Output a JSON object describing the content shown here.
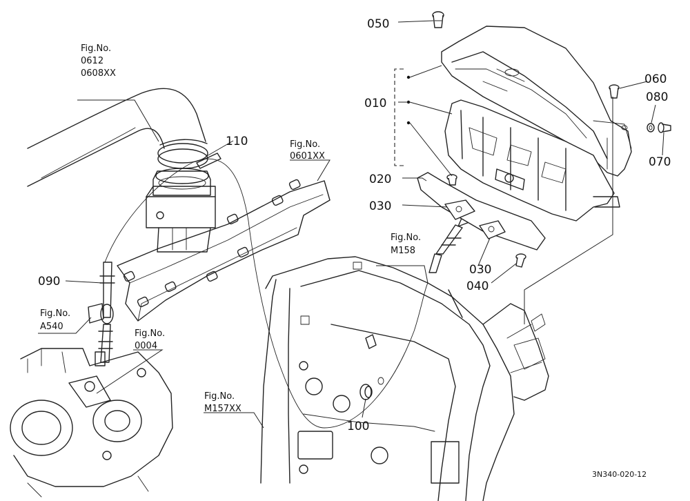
{
  "parts": {
    "p010": "010",
    "p020": "020",
    "p030a": "030",
    "p030b": "030",
    "p040": "040",
    "p050": "050",
    "p060": "060",
    "p070": "070",
    "p080": "080",
    "p090": "090",
    "p100": "100",
    "p110": "110"
  },
  "figrefs": {
    "f0612": {
      "label": "Fig.No.",
      "line1": "0612",
      "line2": "0608XX"
    },
    "f0601": {
      "label": "Fig.No.",
      "line1": "0601XX"
    },
    "fM158": {
      "label": "Fig.No.",
      "line1": "M158"
    },
    "fA540": {
      "label": "Fig.No.",
      "line1": "A540"
    },
    "f0004": {
      "label": "Fig.No.",
      "line1": "0004"
    },
    "fM157": {
      "label": "Fig.No.",
      "line1": "M157XX"
    }
  },
  "drawing_code": "3N340-020-12"
}
